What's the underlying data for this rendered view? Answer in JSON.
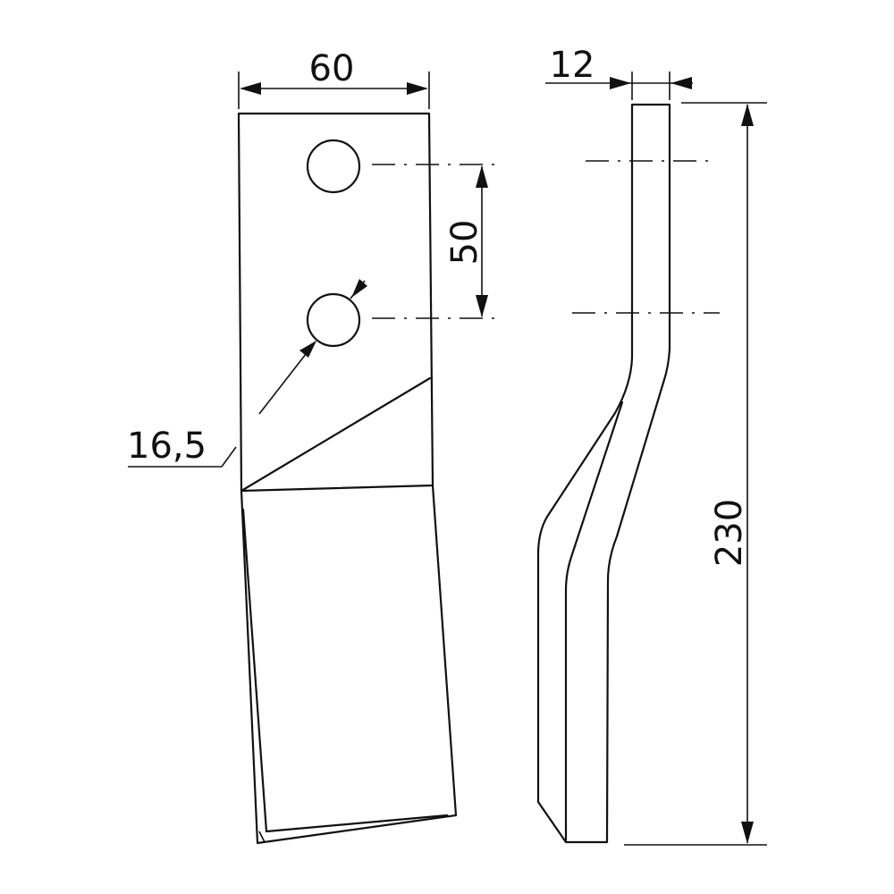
{
  "drawing": {
    "dimensions": {
      "width": "60",
      "height_section": "50",
      "hole_diameter": "16,5",
      "thickness": "12",
      "total_length": "230"
    }
  }
}
